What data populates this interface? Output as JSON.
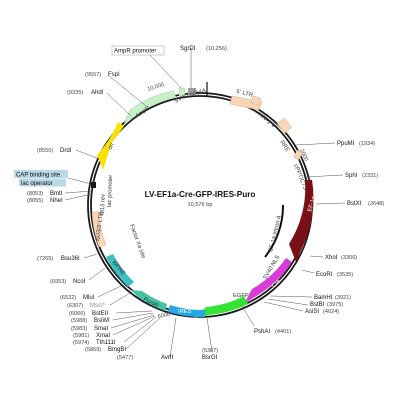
{
  "title": "LV-EF1a-Cre-GFP-IRES-Puro",
  "size": "10,576 bp",
  "ticks": [
    "2000",
    "6000",
    "10,000"
  ],
  "colors": {
    "backbone": "#1a1a1a",
    "ltr": "#f7d5b5",
    "rre": "#f7d5b5",
    "ef1a": "#7a0f17",
    "cre": "#d93ad9",
    "egfp": "#35e335",
    "ires": "#25a8e6",
    "puror": "#42c4a6",
    "wpre": "#3cbfbf",
    "ampr": "#c6f0c6",
    "ori": "#f7e100",
    "sv40": "#9a9aa0",
    "highlight": "#b9d9e6"
  },
  "features": {
    "ltr5": "5' LTR",
    "hiv_psi": "HIV-1 Ψ",
    "rre": "RRE",
    "cppt": "cPPT/CTS",
    "ef1a": "EF-1α promoter",
    "intron": "EF-1α intron A",
    "sv40nls": "SV40 NLS",
    "cre": "Cre",
    "egfp": "EGFP",
    "ires": "IRES",
    "puror": "PuroR",
    "wpre": "WPRE",
    "factorxa": "Factor Xa site",
    "ltr3": "ΔU3/3' LTR",
    "m13rev": "M13 rev",
    "lacprom": "lac promoter",
    "cap": "CAP binding site",
    "lacop": "lac operator",
    "ori": "ori",
    "ampr": "AmpR",
    "amprprom": "AmpR promoter",
    "sv40pa": "SV40 poly(A) signal"
  },
  "sites": [
    {
      "name": "SgrDI",
      "pos": "(10,256)"
    },
    {
      "name": "FspI",
      "pos": "(9557)"
    },
    {
      "name": "AhdI",
      "pos": "(9335)"
    },
    {
      "name": "PpuMI",
      "pos": "(1934)"
    },
    {
      "name": "SphI",
      "pos": "(2331)"
    },
    {
      "name": "DrdI",
      "pos": "(8550)"
    },
    {
      "name": "BstXI",
      "pos": "(2648)"
    },
    {
      "name": "BmtI",
      "pos": "(8053)"
    },
    {
      "name": "NheI",
      "pos": "(8055)"
    },
    {
      "name": "XhoI",
      "pos": "(3306)"
    },
    {
      "name": "EcoRI",
      "pos": "(3535)"
    },
    {
      "name": "Bsu36I",
      "pos": "(7265)"
    },
    {
      "name": "NcoI",
      "pos": "(6953)"
    },
    {
      "name": "BamHI",
      "pos": "(3921)"
    },
    {
      "name": "BstBI",
      "pos": "(3975)"
    },
    {
      "name": "AsiSI",
      "pos": "(4024)"
    },
    {
      "name": "MluI",
      "pos": "(6532)"
    },
    {
      "name": "MscI*",
      "pos": "(6307)"
    },
    {
      "name": "BstEII",
      "pos": "(6066)"
    },
    {
      "name": "BsiWI",
      "pos": "(5988)"
    },
    {
      "name": "SmaI",
      "pos": "(5983)"
    },
    {
      "name": "XmaI",
      "pos": "(5981)"
    },
    {
      "name": "Tth111I",
      "pos": "(5974)"
    },
    {
      "name": "PshAI",
      "pos": "(4401)"
    },
    {
      "name": "BmgBI",
      "pos": "(5869)"
    },
    {
      "name": "AvrII",
      "pos": "(5477)"
    },
    {
      "name": "BsrGI",
      "pos": "(5307)"
    }
  ]
}
